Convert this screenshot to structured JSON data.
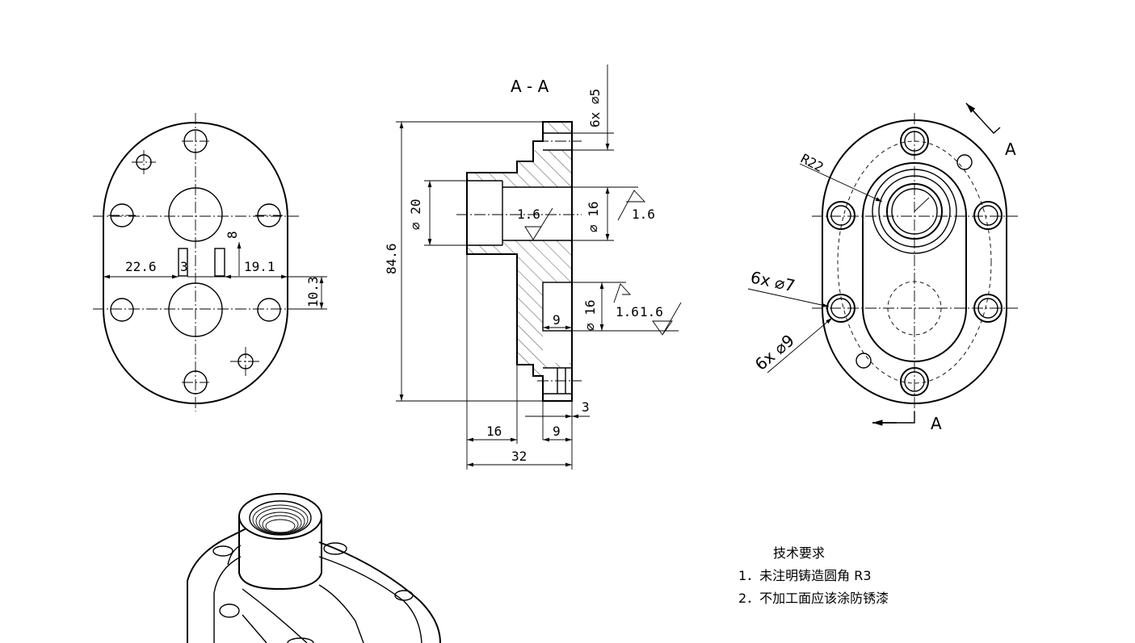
{
  "section_label": "A - A",
  "cut_label_top": "A",
  "cut_label_bottom": "A",
  "dims": {
    "hole_top": "6x ⌀5",
    "width_22_6": "22.6",
    "slot_3": "3",
    "dim_8": "8",
    "dim_19_1": "19.1",
    "dim_10_3": "10.3",
    "height_84_6": "84.6",
    "bore_20": "⌀ 20",
    "bore_16_top": "⌀ 16",
    "bore_16_bottom": "⌀ 16",
    "rough_1_6_a": "1.6",
    "rough_1_6_b": "1.6",
    "rough_1_6_c": "1.6",
    "rough_1_6_d": "1.6",
    "dim_9_inner": "9",
    "dim_16": "16",
    "dim_9_bottom": "9",
    "dim_3": "3",
    "dim_32": "32",
    "radius_22": "R22",
    "holes_7": "6x ⌀7",
    "holes_9": "6x ⌀9"
  },
  "notes": {
    "title": "技术要求",
    "line1": "1．未注明铸造圆角 R3",
    "line2": "2．不加工面应该涂防锈漆"
  }
}
